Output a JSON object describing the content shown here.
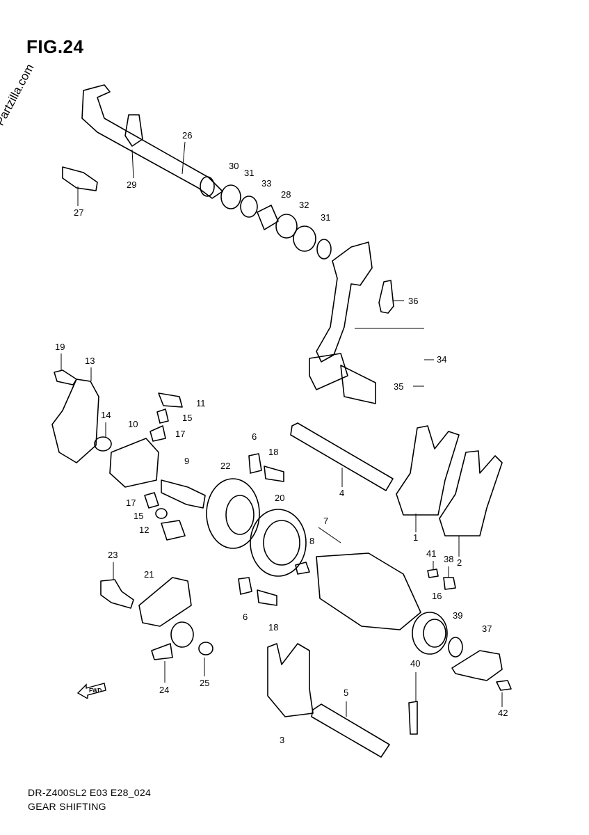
{
  "figure": {
    "title": "FIG.24",
    "watermark": "© Partzilla.com",
    "model_code": "DR-Z400SL2 E03 E28_024",
    "caption": "GEAR SHIFTING",
    "fwd_label": "FWD"
  },
  "callouts": [
    "1",
    "2",
    "3",
    "4",
    "5",
    "6",
    "6",
    "7",
    "8",
    "9",
    "10",
    "11",
    "12",
    "13",
    "14",
    "15",
    "15",
    "16",
    "17",
    "17",
    "18",
    "18",
    "19",
    "20",
    "21",
    "22",
    "23",
    "24",
    "25",
    "26",
    "27",
    "28",
    "29",
    "30",
    "31",
    "31",
    "32",
    "33",
    "34",
    "35",
    "36",
    "37",
    "38",
    "39",
    "40",
    "41",
    "42"
  ]
}
